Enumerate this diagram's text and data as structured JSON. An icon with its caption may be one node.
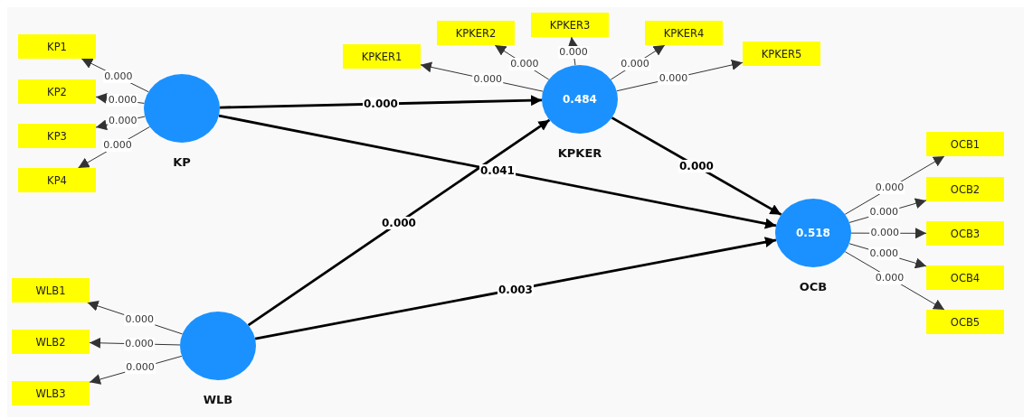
{
  "diagram": {
    "nodes": [
      {
        "text": [
          "KP"
        ]
      },
      {
        "text": [
          "KP1"
        ]
      },
      {
        "text": [
          "KP2"
        ]
      },
      {
        "text": [
          "KP3"
        ]
      },
      {
        "text": [
          "KP4"
        ]
      },
      {
        "text": [
          "0.484",
          "KPKER"
        ]
      },
      {
        "text": [
          "KPKER1"
        ]
      },
      {
        "text": [
          "KPKER2"
        ]
      },
      {
        "text": [
          "KPKER3"
        ]
      },
      {
        "text": [
          "KPKER4"
        ]
      },
      {
        "text": [
          "KPKER5"
        ]
      },
      {
        "text": [
          "0.518",
          "OCB"
        ]
      },
      {
        "text": [
          "OCB1"
        ]
      },
      {
        "text": [
          "OCB2"
        ]
      },
      {
        "text": [
          "OCB3"
        ]
      },
      {
        "text": [
          "OCB4"
        ]
      },
      {
        "text": [
          "OCB5"
        ]
      },
      {
        "text": [
          "WLB"
        ]
      },
      {
        "text": [
          "WLB1"
        ]
      },
      {
        "text": [
          "WLB2"
        ]
      },
      {
        "text": [
          "WLB3"
        ]
      }
    ],
    "edges": [
      {
        "from": 0,
        "to": 1,
        "arrow": "to",
        "label": "0.000"
      },
      {
        "from": 0,
        "to": 2,
        "arrow": "to",
        "label": "0.000"
      },
      {
        "from": 0,
        "to": 3,
        "arrow": "to",
        "label": "0.000"
      },
      {
        "from": 0,
        "to": 4,
        "arrow": "to",
        "label": "0.000"
      },
      {
        "from": 5,
        "to": 6,
        "arrow": "to",
        "label": "0.000"
      },
      {
        "from": 5,
        "to": 7,
        "arrow": "to",
        "label": "0.000"
      },
      {
        "from": 5,
        "to": 8,
        "arrow": "to",
        "label": "0.000"
      },
      {
        "from": 5,
        "to": 9,
        "arrow": "to",
        "label": "0.000"
      },
      {
        "from": 5,
        "to": 10,
        "arrow": "to",
        "label": "0.000"
      },
      {
        "from": 11,
        "to": 12,
        "arrow": "to",
        "label": "0.000"
      },
      {
        "from": 11,
        "to": 13,
        "arrow": "to",
        "label": "0.000"
      },
      {
        "from": 11,
        "to": 14,
        "arrow": "to",
        "label": "0.000"
      },
      {
        "from": 11,
        "to": 15,
        "arrow": "to",
        "label": "0.000"
      },
      {
        "from": 11,
        "to": 16,
        "arrow": "to",
        "label": "0.000"
      },
      {
        "from": 17,
        "to": 18,
        "arrow": "to",
        "label": "0.000"
      },
      {
        "from": 17,
        "to": 19,
        "arrow": "to",
        "label": "0.000"
      },
      {
        "from": 17,
        "to": 20,
        "arrow": "to",
        "label": "0.000"
      },
      {
        "from": 0,
        "to": 5,
        "arrow": "to",
        "label": "0.000",
        "style": "thick"
      },
      {
        "from": 0,
        "to": 11,
        "arrow": "to",
        "label": "0.041",
        "style": "thick"
      },
      {
        "from": 17,
        "to": 5,
        "arrow": "to",
        "label": "0.000",
        "style": "thick"
      },
      {
        "from": 17,
        "to": 11,
        "arrow": "to",
        "label": "0.003",
        "style": "thick"
      },
      {
        "from": 5,
        "to": 11,
        "arrow": "to",
        "label": "0.000",
        "style": "thick"
      }
    ]
  }
}
